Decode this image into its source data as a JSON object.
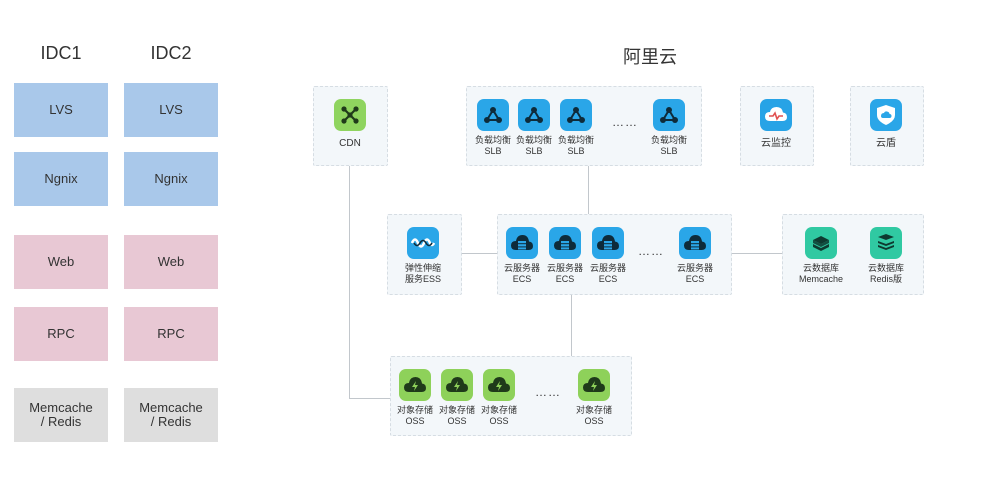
{
  "idc": {
    "col1_title": "IDC1",
    "col2_title": "IDC2",
    "layers": [
      "LVS",
      "Ngnix",
      "Web",
      "RPC",
      "Memcache\n/ Redis"
    ]
  },
  "cloud": {
    "title": "阿里云",
    "cdn_label": "CDN",
    "slb_label": "负载均衡\nSLB",
    "ecs_label": "云服务器\nECS",
    "oss_label": "对象存储\nOSS",
    "ess_label": "弹性伸缩\n服务ESS",
    "monitor_label": "云监控",
    "shield_label": "云盾",
    "memcache_label": "云数据库\nMemcache",
    "redis_label": "云数据库\nRedis版",
    "ellipsis": "……"
  },
  "colors": {
    "lvs_ngnix": "#a9c8ea",
    "web_rpc": "#e8c8d4",
    "cache": "#dedede",
    "icon_blue": "#2aa6e8",
    "icon_green": "#8ed15a",
    "icon_teal": "#30c9a2"
  }
}
